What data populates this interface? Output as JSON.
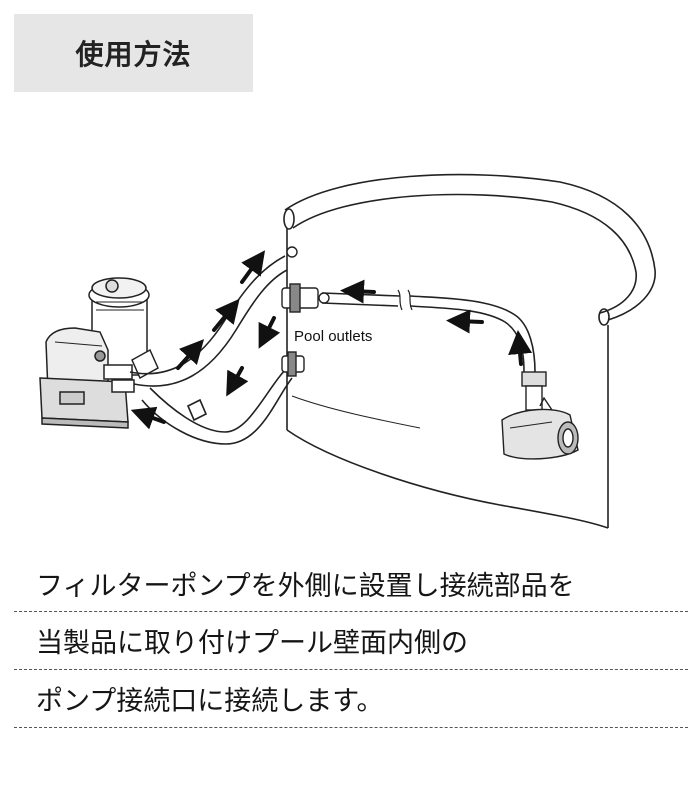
{
  "header": {
    "title": "使用方法"
  },
  "diagram": {
    "pool_outlets_label": "Pool outlets",
    "line_color": "#222222",
    "arrow_color": "#111111",
    "background": "#ffffff"
  },
  "instructions": {
    "lines": [
      "フィルターポンプを外側に設置し接続部品を",
      "当製品に取り付けプール壁面内側の",
      "ポンプ接続口に接続します。"
    ]
  },
  "colors": {
    "title_box_bg": "#e6e6e6",
    "divider": "#555555",
    "text": "#151515"
  }
}
